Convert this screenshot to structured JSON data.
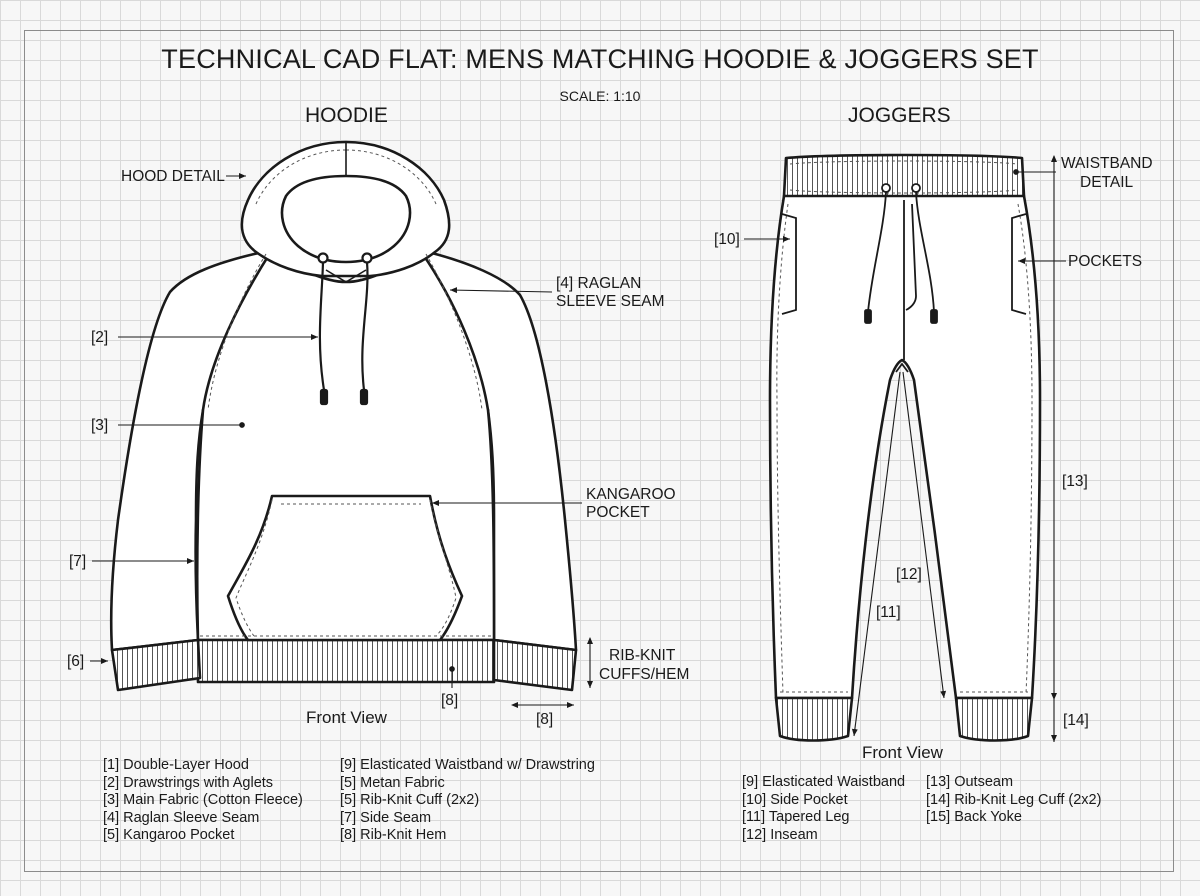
{
  "header": {
    "title": "TECHNICAL CAD FLAT: MENS MATCHING HOODIE & JOGGERS SET",
    "scale": "SCALE: 1:10"
  },
  "hoodie": {
    "heading": "HOODIE",
    "view_label": "Front View",
    "callouts": {
      "hood_detail": "HOOD DETAIL",
      "raglan_1": "[4] RAGLAN",
      "raglan_2": "SLEEVE SEAM",
      "c2": "[2]",
      "c3": "[3]",
      "kangaroo_1": "KANGAROO",
      "kangaroo_2": "POCKET",
      "c7": "[7]",
      "c6": "[6]",
      "rib_1": "RIB-KNIT",
      "rib_2": "CUFFS/HEM",
      "c8a": "[8]",
      "c8b": "[8]"
    },
    "legend_col1": [
      "[1] Double-Layer Hood",
      "[2] Drawstrings with Aglets",
      "[3] Main Fabric (Cotton Fleece)",
      "[4] Raglan Sleeve Seam",
      "[5] Kangaroo Pocket"
    ],
    "legend_col2": [
      "[9] Elasticated Waistband w/ Drawstring",
      "[5] Metan Fabric",
      "[5] Rib-Knit Cuff (2x2)",
      "[7] Side Seam",
      "[8] Rib-Knit Hem"
    ]
  },
  "joggers": {
    "heading": "JOGGERS",
    "view_label": "Front View",
    "callouts": {
      "waistband_1": "WAISTBAND",
      "waistband_2": "DETAIL",
      "c10": "[10]",
      "pockets": "POCKETS",
      "c13": "[13]",
      "c12": "[12]",
      "c11": "[11]",
      "c14": "[14]"
    },
    "legend_col1": [
      "[9] Elasticated Waistband",
      "[10] Side Pocket",
      "[11] Tapered Leg",
      "[12] Inseam"
    ],
    "legend_col2": [
      "[13] Outseam",
      "[14] Rib-Knit Leg Cuff (2x2)",
      "[15] Back Yoke"
    ]
  },
  "colors": {
    "line": "#1a1a1a",
    "grid": "#d9d9d9",
    "paper": "#f7f7f7"
  }
}
